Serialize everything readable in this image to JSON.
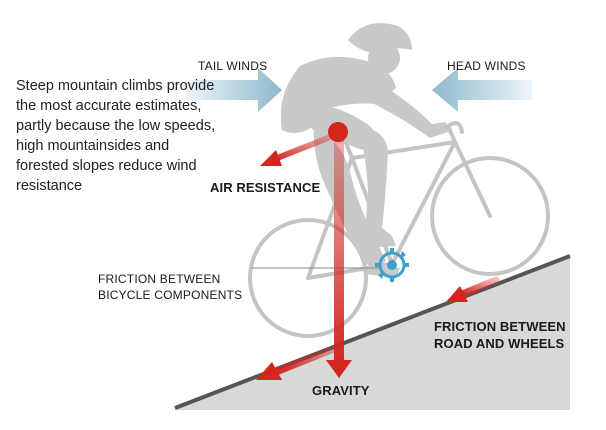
{
  "description_text": "Steep mountain climbs provide the most accurate estimates, partly because the low speeds, high mountainsides and forested slopes reduce wind resistance",
  "labels": {
    "tail_winds": "TAIL WINDS",
    "head_winds": "HEAD WINDS",
    "air_resistance": "AIR RESISTANCE",
    "friction_components": "FRICTION BETWEEN\nBICYCLE COMPONENTS",
    "friction_road": "FRICTION BETWEEN\nROAD AND WHEELS",
    "gravity": "GRAVITY"
  },
  "colors": {
    "force_red": "#d2261f",
    "wind_blue": "#8db9cc",
    "rider_gray": "#c9c9c9",
    "slope_gray": "#d8d8d8",
    "slope_edge": "#555555",
    "gear_blue": "#3ea0cc"
  },
  "icons": {
    "center_of_mass": "red-dot",
    "chainring": "gear-icon"
  }
}
